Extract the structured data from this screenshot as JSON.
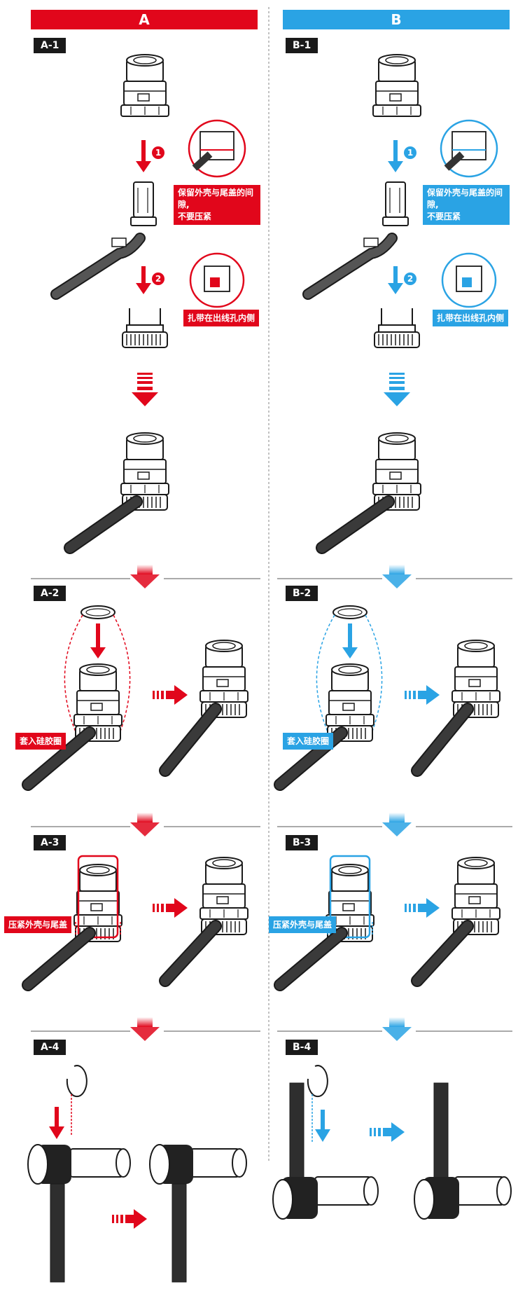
{
  "colors": {
    "red": "#e1061b",
    "blue": "#2aa3e4",
    "ink": "#1a1a1a",
    "cable": "#333333"
  },
  "headers": {
    "a": "A",
    "b": "B"
  },
  "steps": {
    "a1": "A-1",
    "b1": "B-1",
    "a2": "A-2",
    "b2": "B-2",
    "a3": "A-3",
    "b3": "B-3",
    "a4": "A-4",
    "b4": "B-4"
  },
  "labels": {
    "gap_line1": "保留外壳与尾盖的间隙,",
    "gap_line2": "不要压紧",
    "tie_inside": "扎带在出线孔内侧",
    "fit_ring": "套入硅胶圈",
    "press_shell": "压紧外壳与尾盖"
  },
  "numbers": {
    "n1": "1",
    "n2": "2"
  },
  "icons": [
    "down-arrow-icon",
    "right-arrow-icon",
    "dashed-arrow-icon",
    "connector-icon",
    "cable-icon",
    "silicone-ring-icon",
    "magnifier-circle-icon"
  ]
}
